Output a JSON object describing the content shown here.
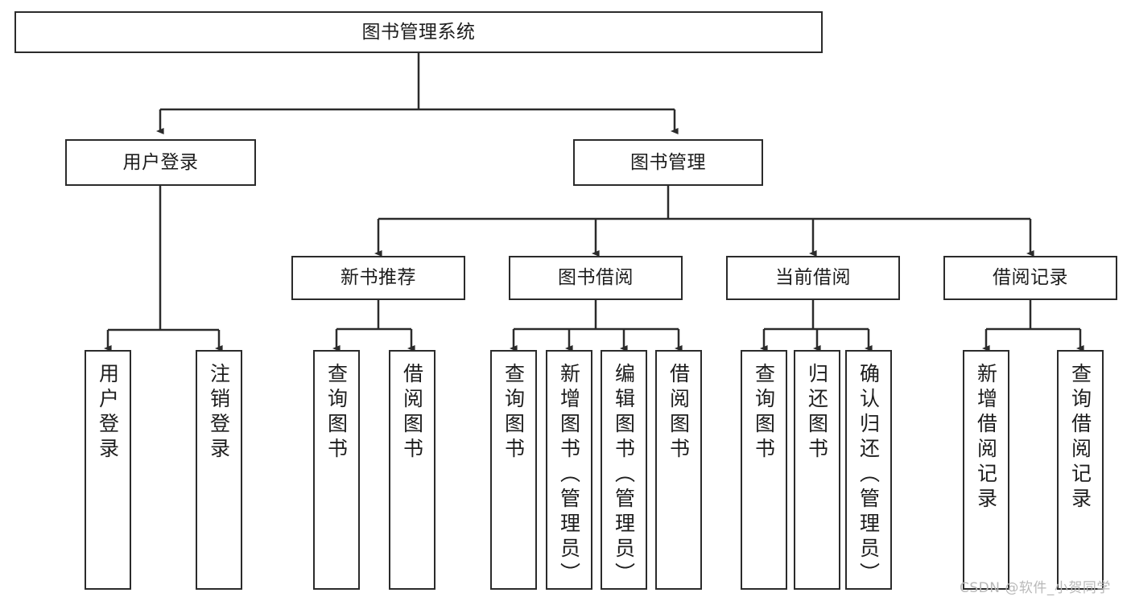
{
  "diagram": {
    "title": "图书管理系统",
    "watermark": "CSDN @软件_小贺同学",
    "colors": {
      "stroke": "#2b2b2b",
      "fill": "#ffffff",
      "text": "#1d1d1d",
      "watermark": "#b9b9b9"
    },
    "root": {
      "label": "图书管理系统"
    },
    "level2": [
      {
        "label": "用户登录"
      },
      {
        "label": "图书管理"
      }
    ],
    "level3": [
      {
        "label": "新书推荐"
      },
      {
        "label": "图书借阅"
      },
      {
        "label": "当前借阅"
      },
      {
        "label": "借阅记录"
      }
    ],
    "leaves": {
      "user_login": [
        {
          "label": "用户登录"
        },
        {
          "label": "注销登录"
        }
      ],
      "new_book_recommend": [
        {
          "label": "查询图书"
        },
        {
          "label": "借阅图书"
        }
      ],
      "book_borrow": [
        {
          "label": "查询图书"
        },
        {
          "label": "新增图书（管理员）"
        },
        {
          "label": "编辑图书（管理员）"
        },
        {
          "label": "借阅图书"
        }
      ],
      "current_borrow": [
        {
          "label": "查询图书"
        },
        {
          "label": "归还图书"
        },
        {
          "label": "确认归还（管理员）"
        }
      ],
      "borrow_record": [
        {
          "label": "新增借阅记录"
        },
        {
          "label": "查询借阅记录"
        }
      ]
    }
  }
}
